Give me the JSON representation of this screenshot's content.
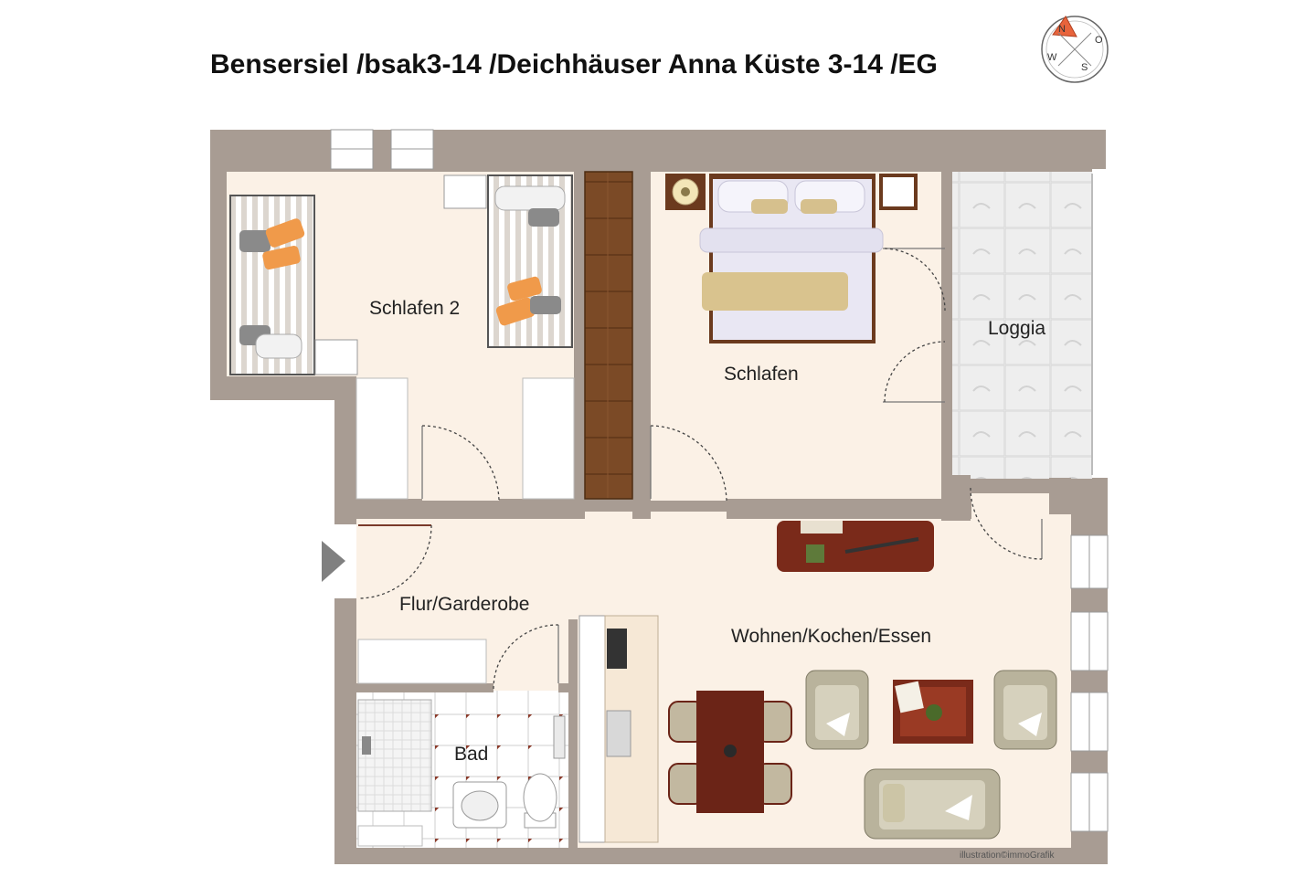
{
  "title": "Bensersiel /bsak3-14 /Deichhäuser Anna Küste 3-14 /EG",
  "rooms": {
    "schlafen2": "Schlafen 2",
    "schlafen": "Schlafen",
    "loggia": "Loggia",
    "flur": "Flur/Garderobe",
    "wohnen": "Wohnen/Kochen/Essen",
    "bad": "Bad"
  },
  "compass": {
    "n": "N",
    "o": "O",
    "s": "S",
    "w": "W"
  },
  "credit": "illustration©immoGrafik",
  "colors": {
    "wall": "#a89c93",
    "floor": "#fbf1e6",
    "wood": "#7b4a26",
    "loggia_tile": "#e6e6e6",
    "sofa": "#b9b39c",
    "accent_pillow": "#f09a4a",
    "table": "#6b2417"
  }
}
